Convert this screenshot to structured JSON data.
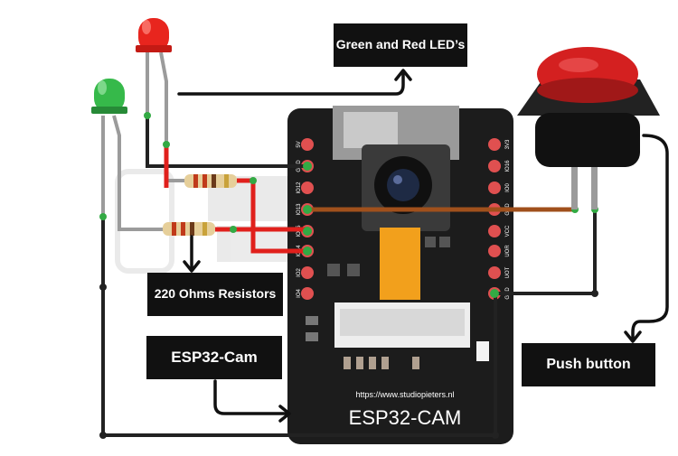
{
  "labels": {
    "leds": "Green and Red LED’s",
    "resistors": "220 Ohms Resistors",
    "esp": "ESP32-Cam",
    "button": "Push button"
  },
  "board": {
    "url": "https://www.studiopieters.nl",
    "name": "ESP32-CAM",
    "left_pins": [
      "5V",
      "GND",
      "IO12",
      "IO13",
      "IO15",
      "IO14",
      "IO2",
      "IO4"
    ],
    "right_pins": [
      "3V3",
      "IO16",
      "IO0",
      "GND",
      "VCC",
      "UOR",
      "UOT",
      "GND"
    ]
  },
  "colors": {
    "board": "#1c1c1c",
    "wire_black": "#222222",
    "wire_red": "#e0201c",
    "wire_brown": "#a0501c",
    "led_red": "#e8251e",
    "led_green": "#36b94a",
    "button_cap": "#d42020",
    "label_bg": "#111111"
  }
}
